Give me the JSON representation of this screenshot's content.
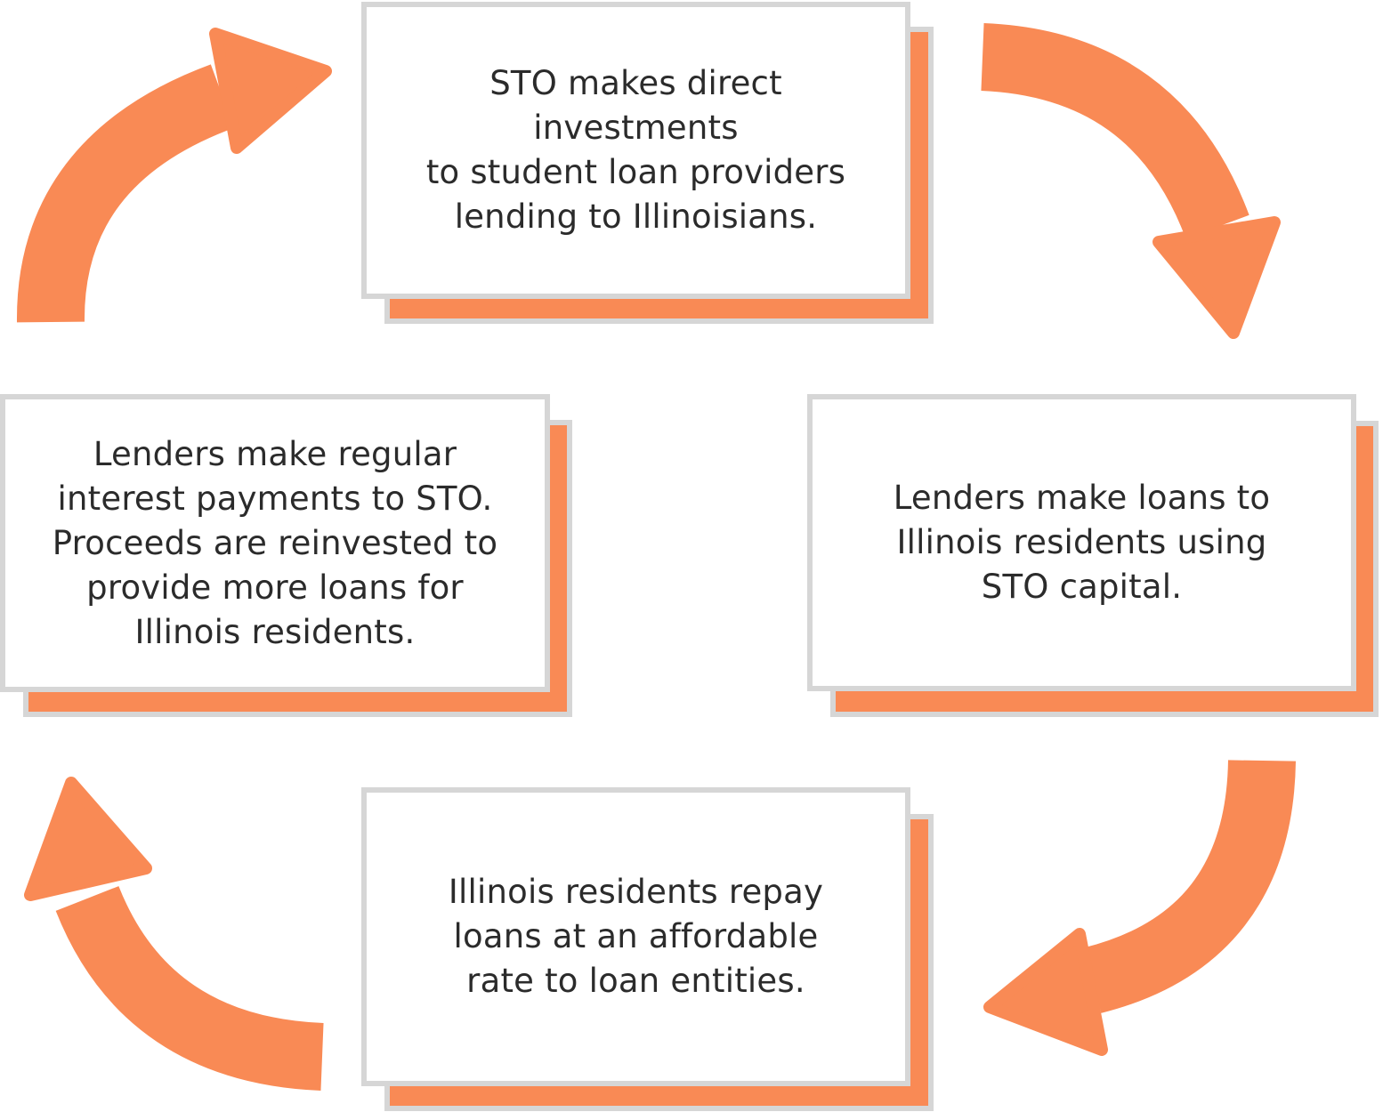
{
  "steps": {
    "top": "STO makes direct\ninvestments\nto student loan providers\n lending to Illinoisians.",
    "right": "Lenders make loans to\nIllinois residents using\nSTO capital.",
    "bottom": "Illinois residents repay\nloans at an affordable\nrate to loan entities.",
    "left": "Lenders make regular\ninterest payments to STO.\nProceeds are reinvested to\nprovide more loans for\nIllinois residents."
  },
  "colors": {
    "accent": "#f98a55",
    "border": "#d6d6d6",
    "text": "#2b2b2b"
  }
}
